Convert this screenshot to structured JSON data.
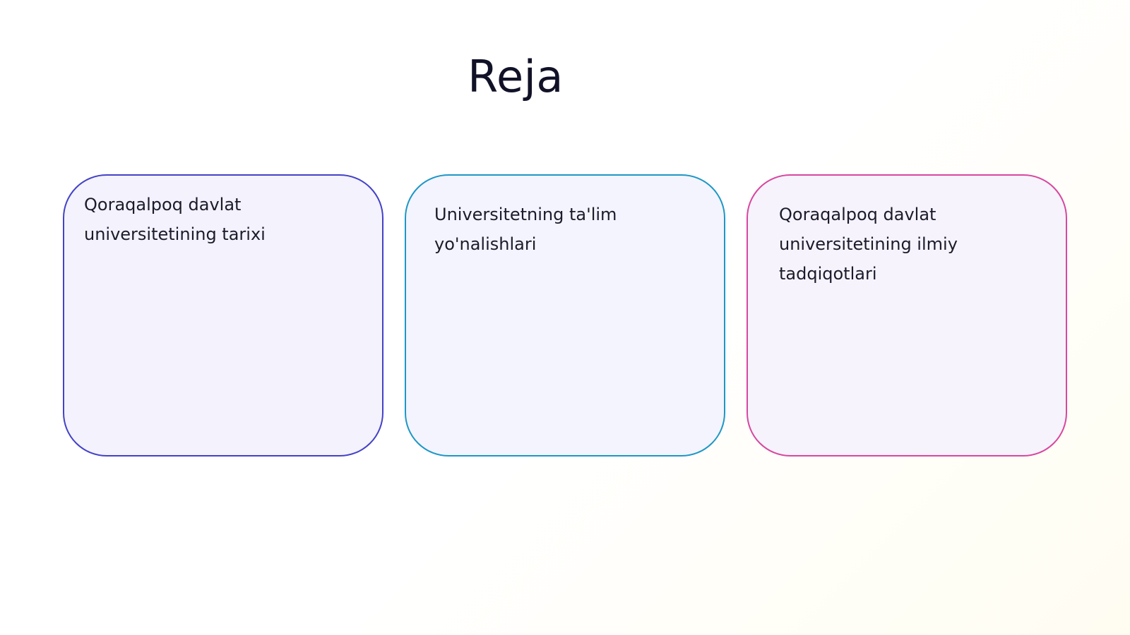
{
  "slide": {
    "title": "Reja",
    "cards": [
      {
        "text": "Qoraqalpoq davlat universitetining tarixi",
        "border_color": "#4442c6"
      },
      {
        "text": "Universitetning ta'lim yo'nalishlari",
        "border_color": "#1e97c5"
      },
      {
        "text": "Qoraqalpoq davlat universitetining ilmiy tadqiqotlari",
        "border_color": "#d8479f"
      }
    ]
  }
}
